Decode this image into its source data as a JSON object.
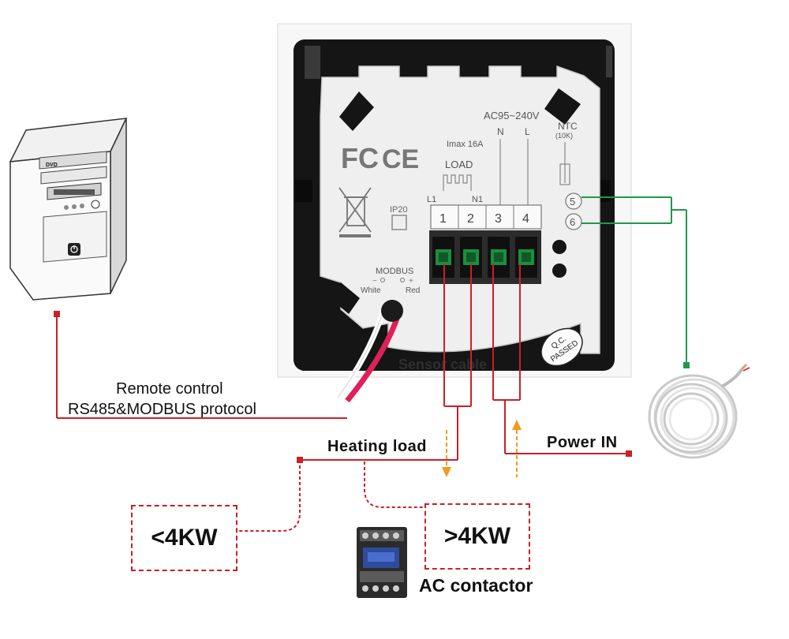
{
  "thermostat": {
    "supply": "AC95~240V",
    "n_label": "N",
    "l_label": "L",
    "imax": "Imax 16A",
    "load": "LOAD",
    "l1": "L1",
    "n1": "N1",
    "ntc": "NTC",
    "ntc_value": "(10K)",
    "terminals": [
      "1",
      "2",
      "3",
      "4"
    ],
    "sensor_terminals": [
      "5",
      "6"
    ],
    "fc": "FC",
    "ce": "CE",
    "ip": "IP20",
    "modbus": "MODBUS",
    "modbus_minus": "−",
    "modbus_plus": "+",
    "white": "White",
    "red": "Red",
    "qc_line1": "Q.C.",
    "qc_line2": "PASSED",
    "sensor_cable": "Sensor cable"
  },
  "labels": {
    "remote": "Remote control",
    "protocol": "RS485&MODBUS protocol",
    "heating": "Heating load",
    "power": "Power IN",
    "contactor": "AC contactor"
  },
  "boxes": {
    "small": "<4KW",
    "large": ">4KW"
  },
  "computer": {
    "dvd": "DVD"
  },
  "colors": {
    "wire_red": "#cc1f27",
    "wire_green": "#1e9a4a",
    "arrow_orange": "#f39a1e"
  }
}
